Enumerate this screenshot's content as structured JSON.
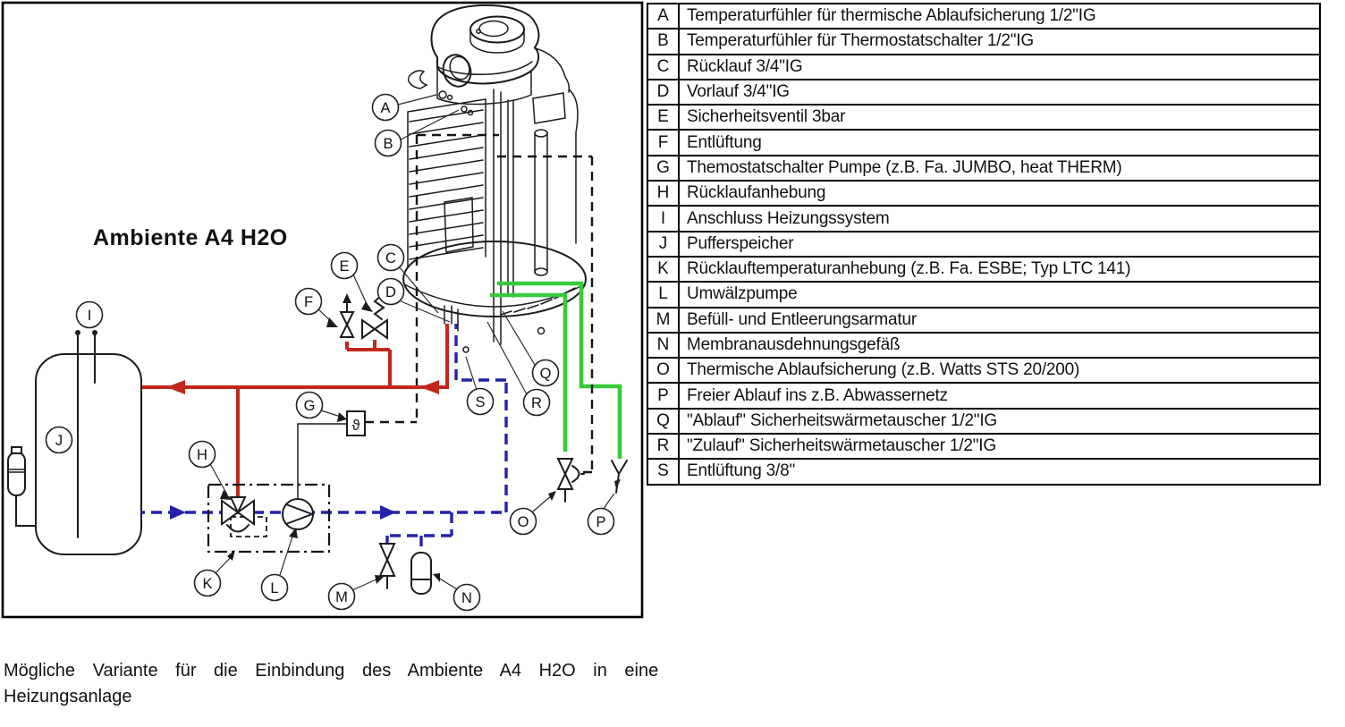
{
  "diagram": {
    "title": "Ambiente A4 H2O",
    "thermostat_symbol": "ϑ",
    "labels": {
      "A": "A",
      "B": "B",
      "C": "C",
      "D": "D",
      "E": "E",
      "F": "F",
      "G": "G",
      "H": "H",
      "I": "I",
      "J": "J",
      "K": "K",
      "L": "L",
      "M": "M",
      "N": "N",
      "O": "O",
      "P": "P",
      "Q": "Q",
      "R": "R",
      "S": "S"
    }
  },
  "legend": {
    "rows": [
      {
        "key": "A",
        "label": "Temperaturfühler für thermische Ablaufsicherung 1/2\"IG"
      },
      {
        "key": "B",
        "label": "Temperaturfühler für Thermostatschalter 1/2\"IG"
      },
      {
        "key": "C",
        "label": "Rücklauf 3/4\"IG"
      },
      {
        "key": "D",
        "label": "Vorlauf 3/4\"IG"
      },
      {
        "key": "E",
        "label": "Sicherheitsventil 3bar"
      },
      {
        "key": "F",
        "label": "Entlüftung"
      },
      {
        "key": "G",
        "label": "Themostatschalter Pumpe (z.B. Fa. JUMBO, heat THERM)"
      },
      {
        "key": "H",
        "label": "Rücklaufanhebung"
      },
      {
        "key": "I",
        "label": "Anschluss Heizungssystem"
      },
      {
        "key": "J",
        "label": "Pufferspeicher"
      },
      {
        "key": "K",
        "label": "Rücklauftemperaturanhebung (z.B. Fa. ESBE; Typ LTC 141)"
      },
      {
        "key": "L",
        "label": "Umwälzpumpe"
      },
      {
        "key": "M",
        "label": "Befüll- und Entleerungsarmatur"
      },
      {
        "key": "N",
        "label": "Membranausdehnungsgefäß"
      },
      {
        "key": "O",
        "label": "Thermische Ablaufsicherung (z.B. Watts STS 20/200)"
      },
      {
        "key": "P",
        "label": "Freier Ablauf ins z.B. Abwassernetz"
      },
      {
        "key": "Q",
        "label": "\"Ablauf\" Sicherheitswärmetauscher 1/2\"IG"
      },
      {
        "key": "R",
        "label": "\"Zulauf\" Sicherheitswärmetauscher 1/2\"IG"
      },
      {
        "key": "S",
        "label": "Entlüftung 3/8\""
      }
    ]
  },
  "caption": {
    "line1": "Mögliche Variante für die Einbindung des Ambiente A4 H2O in eine",
    "line2": "Heizungsanlage"
  },
  "colors": {
    "pipe-red": "#c2271b",
    "pipe-blue": "#2323a8",
    "pipe-green": "#38ca3e"
  }
}
